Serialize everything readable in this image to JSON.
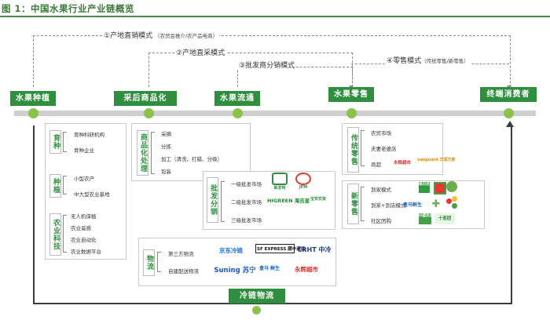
{
  "title": "图 1：中国水果行业产业链概览",
  "stages": [
    "水果种植",
    "采后商品化",
    "水果流通",
    "水果零售",
    "终端消费者"
  ],
  "modes": [
    {
      "num": "①",
      "label": "产地直销模式",
      "sub": "（农贸会推介/农产品电商）"
    },
    {
      "num": "②",
      "label": "产地直采模式",
      "sub": ""
    },
    {
      "num": "③",
      "label": "批发商分销模式",
      "sub": ""
    },
    {
      "num": "④",
      "label": "零售模式",
      "sub": "（传统零售/新零售）"
    }
  ],
  "planting": {
    "groups": [
      {
        "label": "育种",
        "items": [
          "育种科研机构",
          "育种企业"
        ]
      },
      {
        "label": "种植",
        "items": [
          "小型农户",
          "中大型农业基地"
        ]
      },
      {
        "label": "农业科技",
        "items": [
          "无人机保植",
          "农业遥感",
          "农业自动化",
          "农业数据平台"
        ]
      }
    ]
  },
  "postharvest": {
    "label": "商品化处理",
    "items": [
      "采摘",
      "分拣",
      "加工（清洗、打蜡、分级）",
      "包装"
    ]
  },
  "wholesale": {
    "label": "批发分销",
    "items": [
      "一级批发市场",
      "二级批发市场",
      "三级批发市场"
    ],
    "logos": [
      "新发地",
      "JFM",
      "HIGREEN 海吉星",
      "宝安农批"
    ]
  },
  "logistics": {
    "label": "物流",
    "items": [
      "第三方物流",
      "自建配送物流"
    ],
    "logos": [
      "京东冷链",
      "SF EXPRESS 顺丰速运",
      "CRHT 中冷",
      "Suning 苏宁",
      "盒马 鲜生",
      "永辉超市"
    ]
  },
  "traditional_retail": {
    "label": "传统零售",
    "items": [
      "农贸市场",
      "夫妻老婆店",
      "商超"
    ],
    "logos": [
      "永辉超市",
      "vanguard 华润万家"
    ]
  },
  "new_retail": {
    "label": "新零售",
    "items": [
      "到家模式",
      "到家+到店模式",
      "社区团购"
    ],
    "logos": [
      "每日优鲜",
      "盒马鲜生",
      "兴盛优选",
      "十荟团"
    ]
  },
  "cold_chain": "冷链物流",
  "colors": {
    "green": "#2f8f3f",
    "dot": "#8bc34a",
    "title": "#3a7a3a"
  }
}
